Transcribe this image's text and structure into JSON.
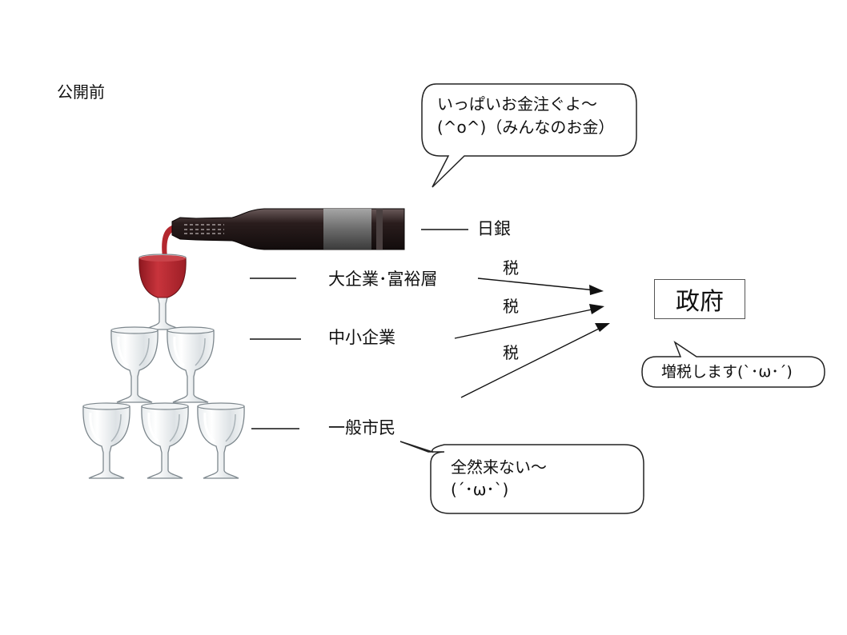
{
  "header": {
    "title": "公開前"
  },
  "bubbles": {
    "boj_speech_line1": "いっぱいお金注ぐよ〜",
    "boj_speech_line2": "(^o^)（みんなのお金）",
    "gov_speech": "増税します(`･ω･´)",
    "citizen_speech_line1": "全然来ない〜",
    "citizen_speech_line2": "(´･ω･`)"
  },
  "labels": {
    "boj": "日銀",
    "corporations": "大企業･富裕層",
    "sme": "中小企業",
    "citizens": "一般市民"
  },
  "government": {
    "label": "政府"
  },
  "tax_labels": [
    "税",
    "税",
    "税"
  ],
  "colors": {
    "wine": "#b3272e",
    "bottle": "#2a1d1d",
    "line": "#111111",
    "glass": "#c9cfd3"
  }
}
